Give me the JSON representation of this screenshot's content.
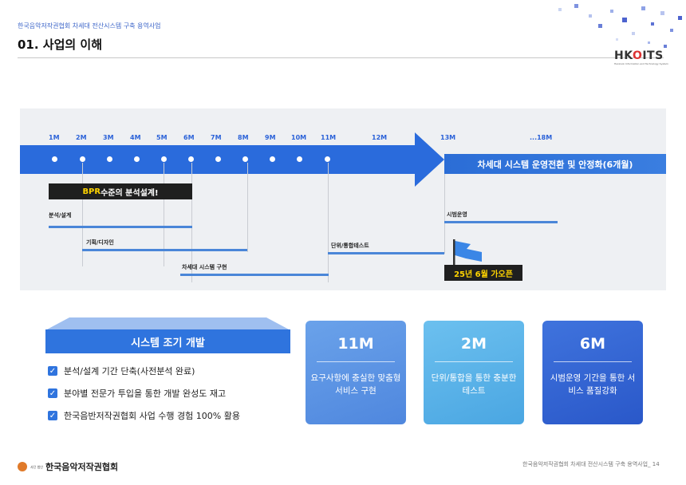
{
  "header": {
    "subtitle": "한국음악저작권협회 차세대 전산시스템 구축 용역사업",
    "title": "01. 사업의 이해",
    "logo_text_a": "HK",
    "logo_text_o": "O",
    "logo_text_b": "ITS",
    "logo_tagline": "Hankook Information and Technology System"
  },
  "timeline": {
    "months": [
      "1M",
      "2M",
      "3M",
      "4M",
      "5M",
      "6M",
      "7M",
      "8M",
      "9M",
      "10M",
      "11M",
      "12M",
      "13M",
      "...18M"
    ],
    "bpr_pre": "BPR",
    "bpr_post": " 수준의 분석설계!",
    "phases": {
      "analysis": "분석/설계",
      "planning": "기획/디자인",
      "build": "차세대 시스템 구현",
      "test": "단위/통합테스트",
      "pilot": "시범운영"
    },
    "after_label": "차세대 시스템 운영전환 및 안정화(6개월)",
    "open_label": "25년 6월 가오픈"
  },
  "early": {
    "title": "시스템 조기 개발",
    "bullets": [
      "분석/설계 기간 단축(사전분석 완료)",
      "분야별 전문가 투입을 통한 개발 완성도 재고",
      "한국음반저작권협회  사업 수행 경험 100% 활용"
    ]
  },
  "cards": [
    {
      "num": "11M",
      "desc": "요구사항에 충실한 맞춤형 서비스 구현",
      "color": "#5d95e4"
    },
    {
      "num": "2M",
      "desc": "단위/통합을 통한 충분한 테스트",
      "color": "#5cb3e8"
    },
    {
      "num": "6M",
      "desc": "시범운영 기간을 통한 서비스 품질강화",
      "color": "#3266d6"
    }
  ],
  "footer": {
    "org_small": "사단 법인",
    "org_name": "한국음악저작권협회",
    "page_text": "한국음악저작권협회 차세대 전산시스템 구축 용역사업_ 14"
  }
}
